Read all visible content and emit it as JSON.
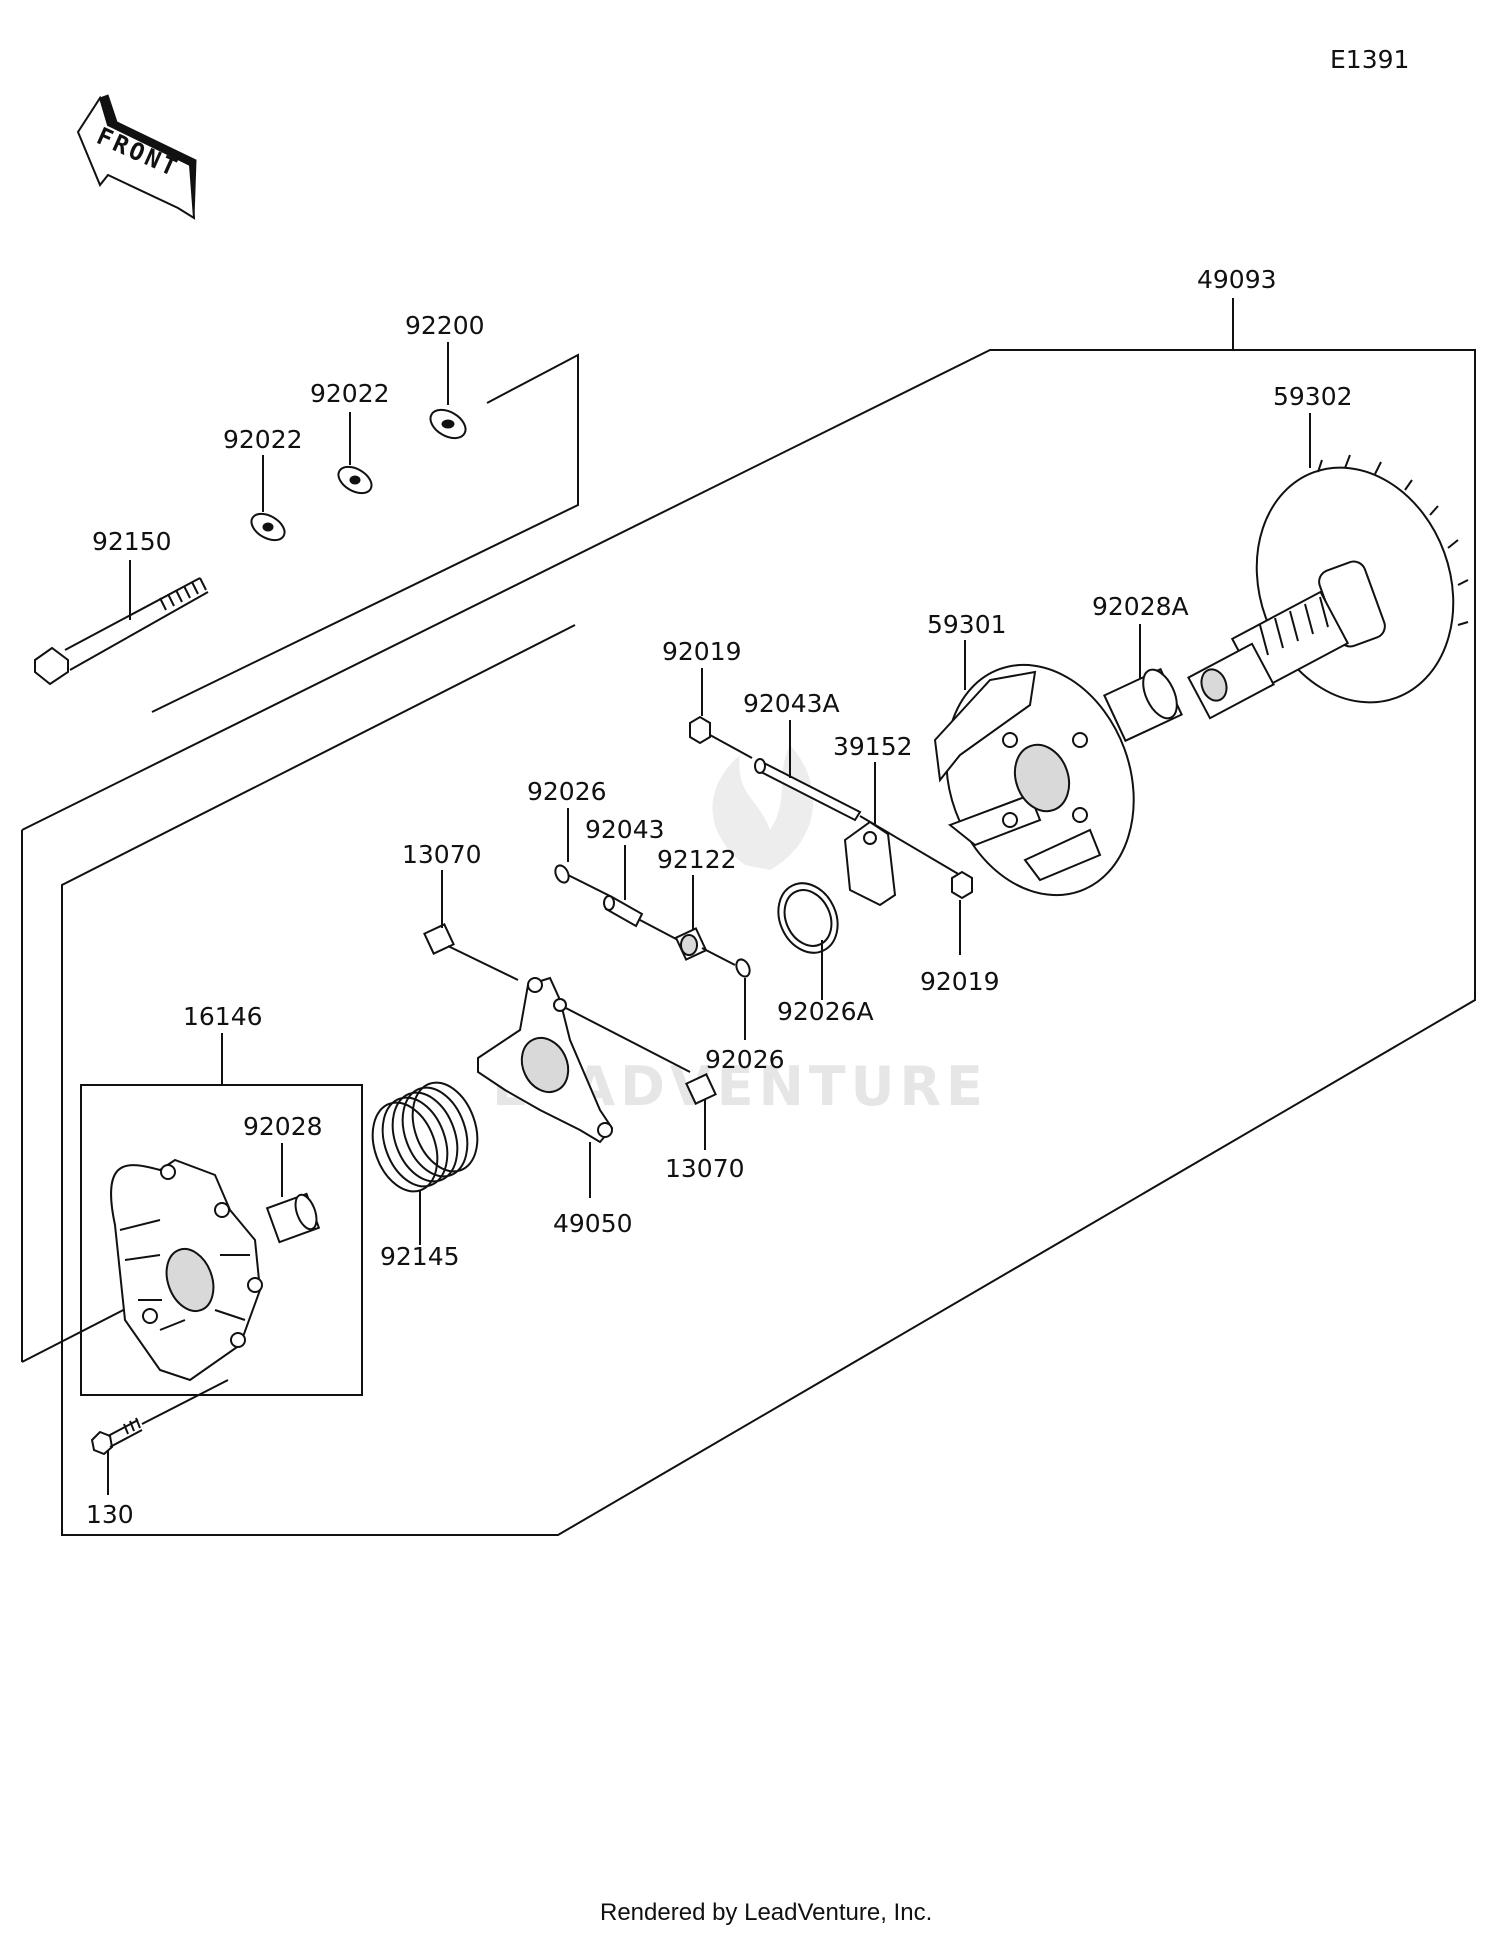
{
  "diagram_code": "E1391",
  "front_arrow": {
    "label": "FRONT",
    "icon": "front-arrow-icon"
  },
  "watermark": "LEADVENTURE",
  "footer": "Rendered by LeadVenture, Inc.",
  "labels": {
    "assembly_49093": "49093",
    "plate_59302": "59302",
    "bushing_92028A": "92028A",
    "sheave_59301": "59301",
    "washer_92200": "92200",
    "washer_92022_upper": "92022",
    "washer_92022_lower": "92022",
    "bolt_92150": "92150",
    "nut_92019_top": "92019",
    "shaft_92043A": "92043A",
    "weight_39152": "39152",
    "nut_92019_bottom": "92019",
    "ring_92026_top": "92026",
    "pin_92043": "92043",
    "roller_92122": "92122",
    "ring_92026A": "92026A",
    "ring_92026_bottom": "92026",
    "roller_13070_top": "13070",
    "roller_13070_bottom": "13070",
    "spider_49050": "49050",
    "spring_92145": "92145",
    "cover_16146": "16146",
    "bushing_92028": "92028",
    "bolt_130": "130"
  }
}
